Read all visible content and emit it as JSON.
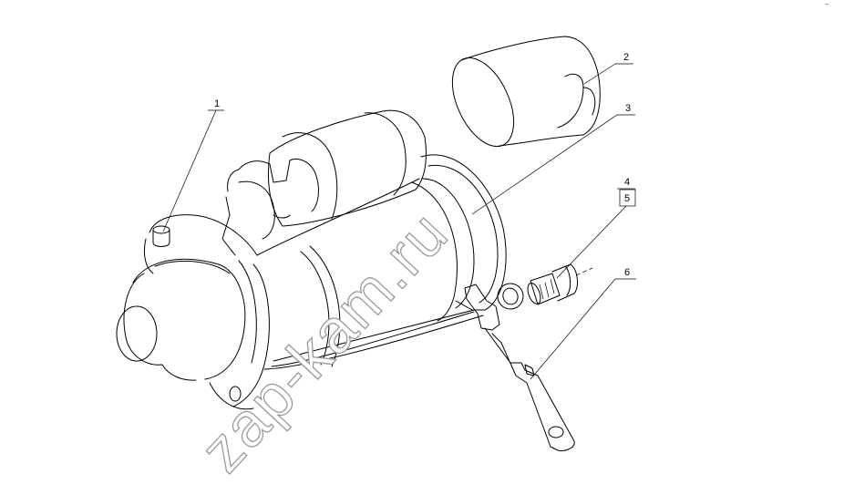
{
  "callouts": [
    {
      "label": "1"
    },
    {
      "label": "2"
    },
    {
      "label": "3"
    },
    {
      "label": "4"
    },
    {
      "label": "5"
    },
    {
      "label": "6"
    }
  ],
  "watermark": "zap-kam.ru",
  "corner_mark": "~"
}
